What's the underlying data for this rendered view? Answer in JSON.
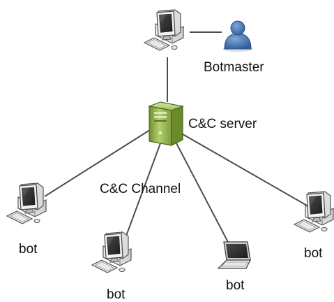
{
  "diagram": {
    "labels": {
      "botmaster": "Botmaster",
      "cc_server": "C&C server",
      "cc_channel": "C&C Channel",
      "bot_1": "bot",
      "bot_2": "bot",
      "bot_3": "bot",
      "bot_4": "bot"
    },
    "nodes": [
      {
        "id": "botmaster-pc",
        "kind": "desktop-computer"
      },
      {
        "id": "botmaster-user",
        "kind": "user-icon"
      },
      {
        "id": "cc-server",
        "kind": "tower-server"
      },
      {
        "id": "bot-1",
        "kind": "desktop-computer"
      },
      {
        "id": "bot-2",
        "kind": "desktop-computer"
      },
      {
        "id": "bot-3",
        "kind": "laptop"
      },
      {
        "id": "bot-4",
        "kind": "desktop-computer"
      }
    ],
    "edges": [
      {
        "from": "botmaster-pc",
        "to": "botmaster-user"
      },
      {
        "from": "botmaster-pc",
        "to": "cc-server"
      },
      {
        "from": "cc-server",
        "to": "bot-1"
      },
      {
        "from": "cc-server",
        "to": "bot-2"
      },
      {
        "from": "cc-server",
        "to": "bot-3"
      },
      {
        "from": "cc-server",
        "to": "bot-4"
      }
    ],
    "colors": {
      "line": "#4d4d4d",
      "server_body": "#9bbb59",
      "user_icon": "#4f81bd"
    }
  }
}
